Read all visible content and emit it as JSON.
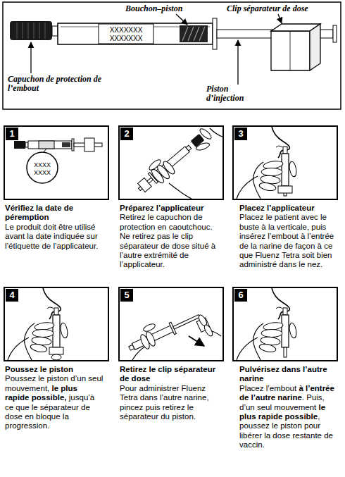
{
  "diagram": {
    "nodes": [
      {
        "text": [
          "Vérifiez la date de péremption",
          "Le produit doit être utilisé avant la date indiquée sur l’étiquette de l’applicateur."
        ]
      },
      {
        "text": [
          "1"
        ],
        "in": 0
      },
      {
        "text": [
          "Préparez l’applicateur",
          "Retirez le capuchon de protection en caoutchouc. Ne retirez pas le clip séparateur de dose situé à l’autre extrémité de l’applicateur."
        ]
      },
      {
        "text": [
          "2"
        ],
        "in": 2
      },
      {
        "text": [
          "Placez l’applicateur",
          "Placez le patient avec le buste à la verticale, puis insérez l’embout à l’entrée de la narine de façon à ce que Fluenz Tetra soit bien administré dans le nez."
        ]
      },
      {
        "text": [
          "3"
        ],
        "in": 4
      },
      {
        "text": [
          "Poussez le piston",
          "Poussez le piston d’un seul mouvement,",
          "le plus rapide possible,",
          "jusqu’à ce que le séparateur de dose en bloque la progression."
        ]
      },
      {
        "text": [
          "4"
        ],
        "in": 6
      },
      {
        "text": [
          "Retirez le clip séparateur de dose",
          "Pour administrer Fluenz Tetra dans l’autre narine, pincez puis retirez le séparateur du piston."
        ]
      },
      {
        "text": [
          "5"
        ],
        "in": 8
      },
      {
        "text": [
          "Pulvérisez dans l’autre narine",
          "Placez l’embout",
          "à l’entrée de l’autre narine",
          ". Puis, d’un seul mouvement",
          "le plus rapide possible",
          ", poussez le piston pour libérer la dose restante de vaccin."
        ]
      },
      {
        "text": [
          "6"
        ],
        "in": 10
      }
    ],
    "labels": [
      "Bouchon–piston",
      "Clip séparateur de dose",
      "XXXXXXX",
      "XXXXXXX",
      "Capuchon de protection de l’embout",
      "Piston d’injection",
      "XXXX",
      "XXXX"
    ]
  }
}
